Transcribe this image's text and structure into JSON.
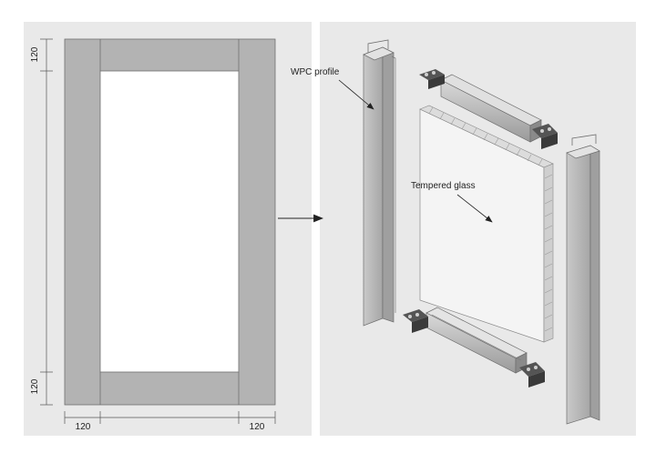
{
  "diagram": {
    "dimensions": {
      "rail_height_top": "120",
      "rail_height_bottom": "120",
      "stile_width_left": "120",
      "stile_width_right": "120"
    },
    "labels": {
      "profile": "WPC profile",
      "glass": "Tempered glass"
    },
    "colors": {
      "background": "#e9e9e9",
      "frame_fill": "#b3b3b3",
      "frame_stroke": "#6e6e6e",
      "glass_opening": "#ffffff",
      "profile_light": "#d7d7d7",
      "profile_mid": "#bdbdbd",
      "profile_dark": "#8a8a8a",
      "connector": "#4a4a4a"
    }
  }
}
